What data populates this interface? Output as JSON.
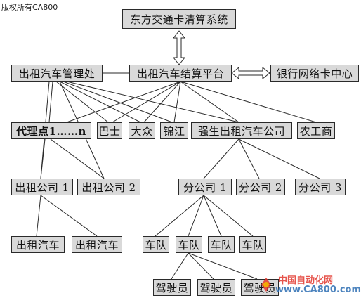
{
  "header": {
    "copyright": "版权所有CA800"
  },
  "nodes": {
    "clearing_system": "东方交通卡清算系统",
    "taxi_mgmt": "出租汽车管理处",
    "taxi_settlement": "出租汽车结算平台",
    "bank_center": "银行网络卡中心",
    "agents": "代理点1……n",
    "bus": "巴士",
    "dazhong": "大众",
    "jinjiang": "锦江",
    "qiangsheng": "强生出租汽车公司",
    "nonggongshang": "农工商",
    "taxi_co_1": "出租公司 1",
    "taxi_co_2": "出租公司 2",
    "branch_1": "分公司 1",
    "branch_2": "分公司 2",
    "branch_3": "分公司 3",
    "taxi_car_1": "出租汽车",
    "taxi_car_2": "出租汽车",
    "fleet_1": "车队",
    "fleet_2": "车队",
    "fleet_3": "车队",
    "fleet_4": "车队",
    "driver_1": "驾驶员",
    "driver_2": "驾驶员",
    "driver_3": "驾驶员"
  },
  "watermark": {
    "title": "中国自动化网",
    "url": "www.CA800.com"
  },
  "colors": {
    "box_fill": "#d9d9d9",
    "line": "#2a2a2a",
    "wm_red": "#e2382e",
    "wm_blue": "#2f6fb3"
  }
}
